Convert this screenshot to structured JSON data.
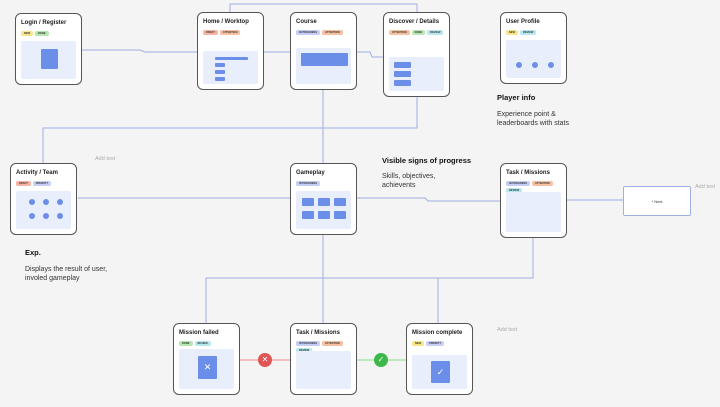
{
  "cards": {
    "login": {
      "title": "Login / Register",
      "tags": [
        "NEW",
        "DONE"
      ]
    },
    "home": {
      "title": "Home / Worktop",
      "tags": [
        "DRAFT",
        "ATTENTION"
      ]
    },
    "course": {
      "title": "Course",
      "tags": [
        "IN PROGRESS",
        "ATTENTION"
      ]
    },
    "discover": {
      "title": "Discover / Details",
      "tags": [
        "ATTENTION",
        "DONE",
        "REVIEW"
      ]
    },
    "profile": {
      "title": "User Profile",
      "tags": [
        "NEW",
        "REVIEW"
      ]
    },
    "activity": {
      "title": "Activity / Team",
      "tags": [
        "DRAFT",
        "PRIORITY"
      ]
    },
    "gameplay": {
      "title": "Gameplay",
      "tags": [
        "IN PROGRESS"
      ]
    },
    "task_right": {
      "title": "Task / Missions",
      "tags": [
        "IN PROGRESS",
        "ATTENTION",
        "REVIEW"
      ]
    },
    "failed": {
      "title": "Mission failed",
      "tags": [
        "DONE",
        "REVIEW"
      ]
    },
    "task_bottom": {
      "title": "Task / Missions",
      "tags": [
        "IN PROGRESS",
        "ATTENTION",
        "REVIEW"
      ]
    },
    "complete": {
      "title": "Mission complete",
      "tags": [
        "NEW",
        "PRIORITY"
      ]
    }
  },
  "next_box": "* Next",
  "notes": {
    "player_title": "Player info",
    "player_text": "Experience point & leaderboards with stats",
    "progress_title": "Visible signs of progress",
    "progress_text": "Skills, objectives, achievents",
    "exp_title": "Exp.",
    "exp_text": "Displays the result of user, involed gameplay"
  },
  "add_text": [
    "Add text",
    "Add text",
    "Add text"
  ],
  "icons": {
    "fail": "x-circle-icon",
    "success": "check-circle-icon"
  },
  "colors": {
    "line": "#9eb0e0",
    "fail": "#e05555",
    "success": "#3cb94a",
    "accent": "#6b8ee8"
  }
}
